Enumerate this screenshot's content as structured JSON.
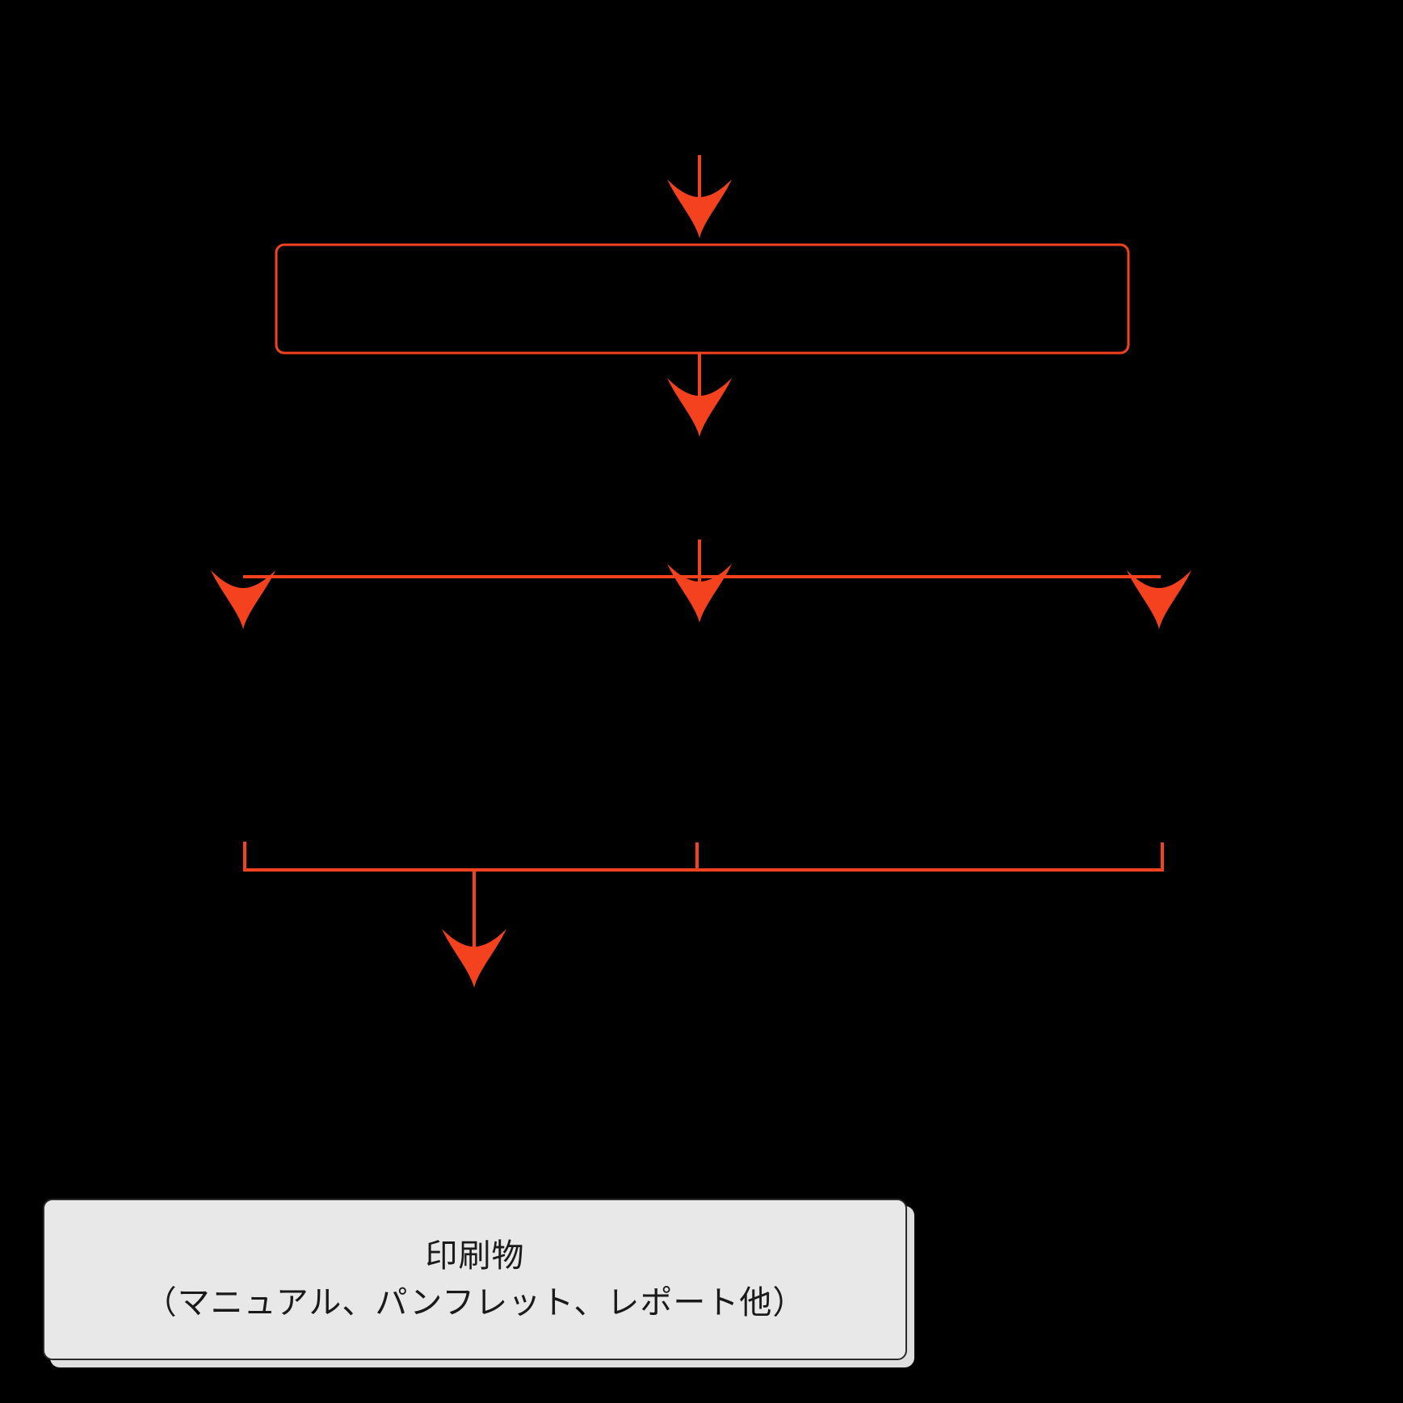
{
  "page": {
    "background": "#000000",
    "description": "flowchart-with-transparent-text-boxes"
  },
  "colors": {
    "arrow": "#f5421e",
    "outline_box_border": "#f5421e",
    "result_box_fill": "#e8e8e8",
    "result_box_border": "#2b2b2b",
    "result_box_shadow": "#dfdfdf",
    "result_text": "#1a1a1a"
  },
  "result_box": {
    "line1": "印刷物",
    "line2": "（マニュアル、パンフレット、レポート他）"
  }
}
